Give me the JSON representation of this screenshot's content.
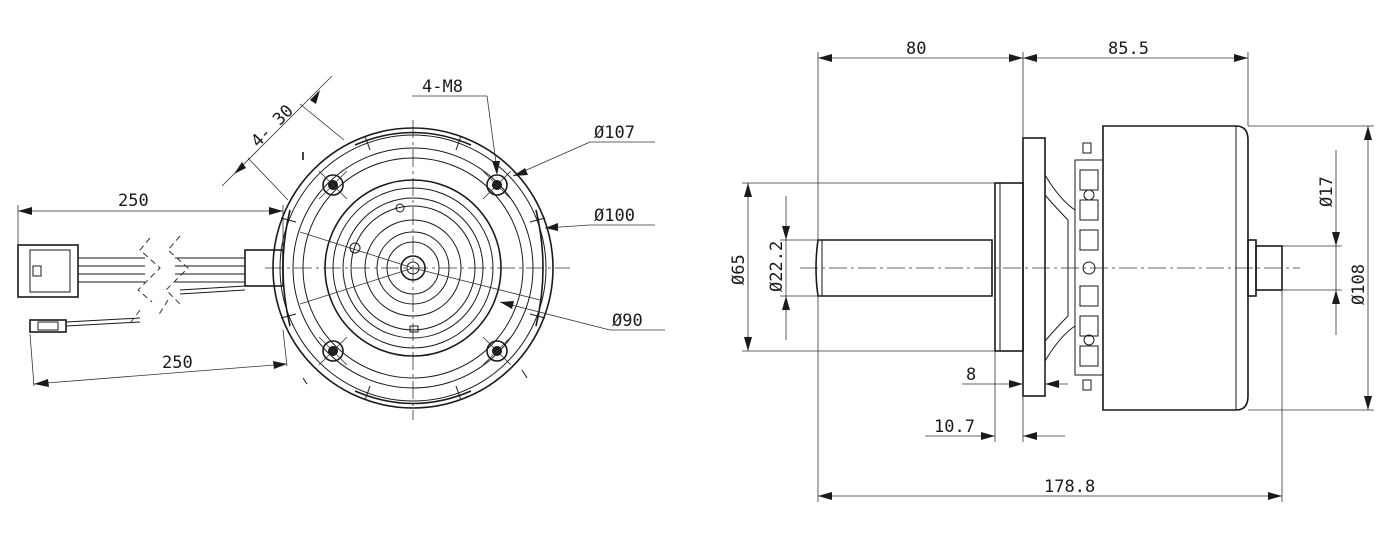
{
  "front_view": {
    "labels": {
      "bolt_pattern": "4-M8",
      "tab_angle": "4- 30",
      "dia_107": "Ø107",
      "dia_100": "Ø100",
      "dia_90": "Ø90",
      "cable_upper": "250",
      "cable_lower": "250"
    }
  },
  "side_view": {
    "labels": {
      "len_80": "80",
      "len_85_5": "85.5",
      "dia_65": "Ø65",
      "dia_22_2": "Ø22.2",
      "dia_17": "Ø17",
      "dia_108": "Ø108",
      "len_8": "8",
      "len_10_7": "10.7",
      "len_total": "178.8"
    }
  }
}
